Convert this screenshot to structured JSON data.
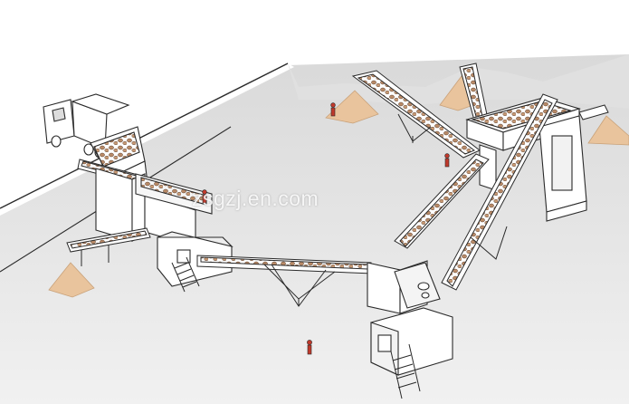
{
  "watermark": {
    "text": "zsgzj.en.com"
  },
  "colors": {
    "ground": "#e6e6e6",
    "sky": "#ffffff",
    "line": "#2a2a2a",
    "stone": "#b98a67",
    "sand": "#e9c49d",
    "figure": "#c0392b"
  },
  "components": [
    {
      "name": "dump-truck",
      "icon": "truck-icon"
    },
    {
      "name": "feeder-hopper",
      "icon": "hopper-icon"
    },
    {
      "name": "jaw-crusher-station",
      "icon": "crusher-icon"
    },
    {
      "name": "main-belt-conveyor",
      "icon": "conveyor-icon"
    },
    {
      "name": "cone-crusher-station",
      "icon": "crusher-icon"
    },
    {
      "name": "vibrating-screen-station",
      "icon": "screen-icon"
    },
    {
      "name": "finished-product-stockpile",
      "icon": "pile-icon"
    },
    {
      "name": "operator",
      "icon": "person-icon"
    }
  ]
}
